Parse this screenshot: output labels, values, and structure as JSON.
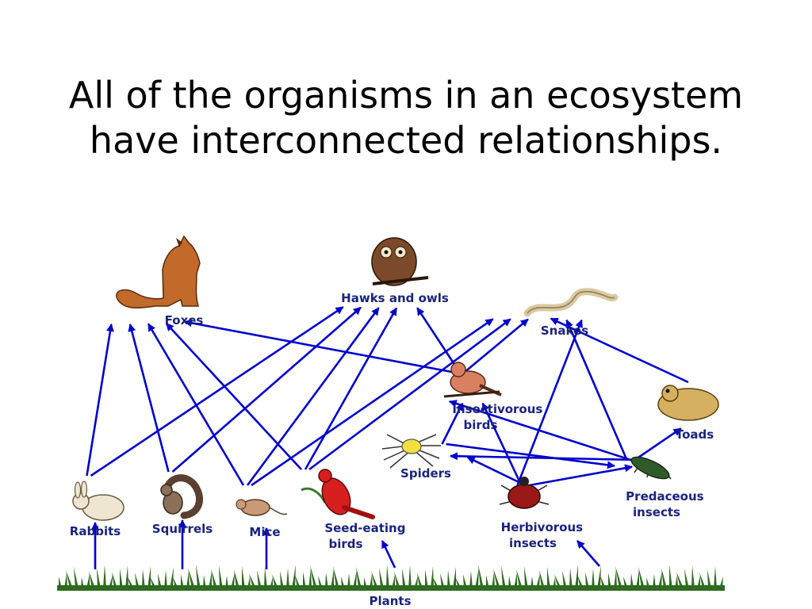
{
  "slide": {
    "title": "All of the organisms in an ecosystem have interconnected relationships."
  },
  "colors": {
    "arrow": "#0000cc",
    "label": "#1a237e",
    "grass": "#2e6b1f"
  },
  "organisms": [
    {
      "id": "foxes",
      "label_lines": [
        "Foxes"
      ],
      "icon": "fox-icon"
    },
    {
      "id": "hawks",
      "label_lines": [
        "Hawks and owls"
      ],
      "icon": "owl-icon"
    },
    {
      "id": "snakes",
      "label_lines": [
        "Snakes"
      ],
      "icon": "snake-icon"
    },
    {
      "id": "ibirds",
      "label_lines": [
        "Insectivorous",
        "birds"
      ],
      "icon": "small-bird-icon"
    },
    {
      "id": "toads",
      "label_lines": [
        "Toads"
      ],
      "icon": "toad-icon"
    },
    {
      "id": "spiders",
      "label_lines": [
        "Spiders"
      ],
      "icon": "spider-icon"
    },
    {
      "id": "predins",
      "label_lines": [
        "Predaceous",
        "insects"
      ],
      "icon": "beetle-icon"
    },
    {
      "id": "rabbits",
      "label_lines": [
        "Rabbits"
      ],
      "icon": "rabbit-icon"
    },
    {
      "id": "squirrels",
      "label_lines": [
        "Squirrels"
      ],
      "icon": "squirrel-icon"
    },
    {
      "id": "mice",
      "label_lines": [
        "Mice"
      ],
      "icon": "mouse-icon"
    },
    {
      "id": "sbirds",
      "label_lines": [
        "Seed-eating",
        "birds"
      ],
      "icon": "cardinal-icon"
    },
    {
      "id": "herbins",
      "label_lines": [
        "Herbivorous",
        "insects"
      ],
      "icon": "ladybug-icon"
    },
    {
      "id": "plants",
      "label_lines": [
        "Plants"
      ],
      "icon": "grass-icon"
    }
  ],
  "links": [
    {
      "from": "rabbits",
      "to": "foxes"
    },
    {
      "from": "rabbits",
      "to": "hawks"
    },
    {
      "from": "squirrels",
      "to": "foxes"
    },
    {
      "from": "squirrels",
      "to": "hawks"
    },
    {
      "from": "mice",
      "to": "foxes"
    },
    {
      "from": "mice",
      "to": "hawks"
    },
    {
      "from": "mice",
      "to": "snakes"
    },
    {
      "from": "sbirds",
      "to": "foxes"
    },
    {
      "from": "sbirds",
      "to": "hawks"
    },
    {
      "from": "sbirds",
      "to": "snakes"
    },
    {
      "from": "ibirds",
      "to": "foxes"
    },
    {
      "from": "ibirds",
      "to": "hawks"
    },
    {
      "from": "ibirds",
      "to": "snakes"
    },
    {
      "from": "toads",
      "to": "snakes"
    },
    {
      "from": "predins",
      "to": "snakes"
    },
    {
      "from": "predins",
      "to": "ibirds"
    },
    {
      "from": "predins",
      "to": "toads"
    },
    {
      "from": "predins",
      "to": "spiders"
    },
    {
      "from": "spiders",
      "to": "ibirds"
    },
    {
      "from": "spiders",
      "to": "predins"
    },
    {
      "from": "herbins",
      "to": "snakes"
    },
    {
      "from": "herbins",
      "to": "ibirds"
    },
    {
      "from": "herbins",
      "to": "spiders"
    },
    {
      "from": "herbins",
      "to": "predins"
    },
    {
      "from": "plants",
      "to": "rabbits"
    },
    {
      "from": "plants",
      "to": "squirrels"
    },
    {
      "from": "plants",
      "to": "mice"
    },
    {
      "from": "plants",
      "to": "sbirds"
    },
    {
      "from": "plants",
      "to": "herbins"
    }
  ]
}
